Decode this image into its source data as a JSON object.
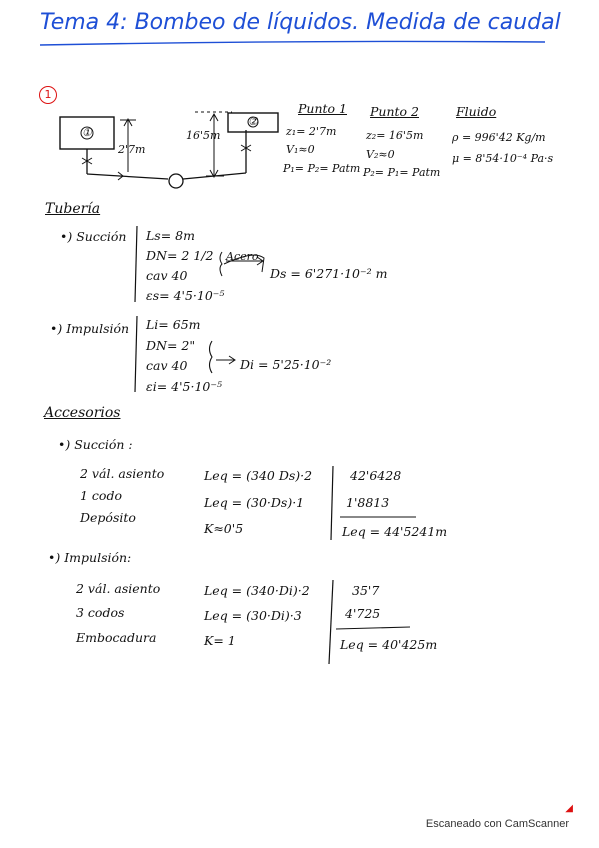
{
  "title": "Tema 4: Bombeo de líquidos. Medida de caudal",
  "problem_number": "1",
  "diagram": {
    "tank1_label": "①",
    "tank2_label": "②",
    "height1": "2'7m",
    "height2": "16'5m"
  },
  "punto1": {
    "header": "Punto 1",
    "lines": [
      "z₁= 2'7m",
      "V₁≈0",
      "P₁= P₂= Patm"
    ]
  },
  "punto2": {
    "header": "Punto 2",
    "lines": [
      "z₂= 16'5m",
      "V₂≈0",
      "P₂= P₁= Patm"
    ]
  },
  "fluido": {
    "header": "Fluido",
    "lines": [
      "ρ = 996'42 Kg/m",
      "μ = 8'54·10⁻⁴ Pa·s"
    ]
  },
  "tuberia": {
    "header": "Tubería",
    "succion": {
      "label": "•) Succión",
      "lines": [
        "Ls= 8m",
        "DN= 2 1/2",
        "cav 40",
        "εs= 4'5·10⁻⁵"
      ],
      "arrow_note": "Acero",
      "result": "Ds = 6'271·10⁻² m"
    },
    "impulsion": {
      "label": "•) Impulsión",
      "lines": [
        "Li= 65m",
        "DN= 2\"",
        "cav 40",
        "εi= 4'5·10⁻⁵"
      ],
      "result": "Di = 5'25·10⁻²"
    }
  },
  "accesorios": {
    "header": "Accesorios",
    "succion": {
      "label": "•) Succión :",
      "items": [
        "2 vál. asiento",
        "1 codo",
        "Depósito"
      ],
      "formulas": [
        "Leq = (340 Ds)·2",
        "Leq = (30·Ds)·1",
        "K≈0'5"
      ],
      "values": [
        "42'6428",
        "1'8813"
      ],
      "total": "Leq = 44'5241m"
    },
    "impulsion": {
      "label": "•) Impulsión:",
      "items": [
        "2 vál. asiento",
        "3 codos",
        "Embocadura"
      ],
      "formulas": [
        "Leq = (340·Di)·2",
        "Leq = (30·Di)·3",
        "K= 1"
      ],
      "values": [
        "35'7",
        "4'725"
      ],
      "total": "Leq = 40'425m"
    }
  },
  "footer": "Escaneado con CamScanner"
}
